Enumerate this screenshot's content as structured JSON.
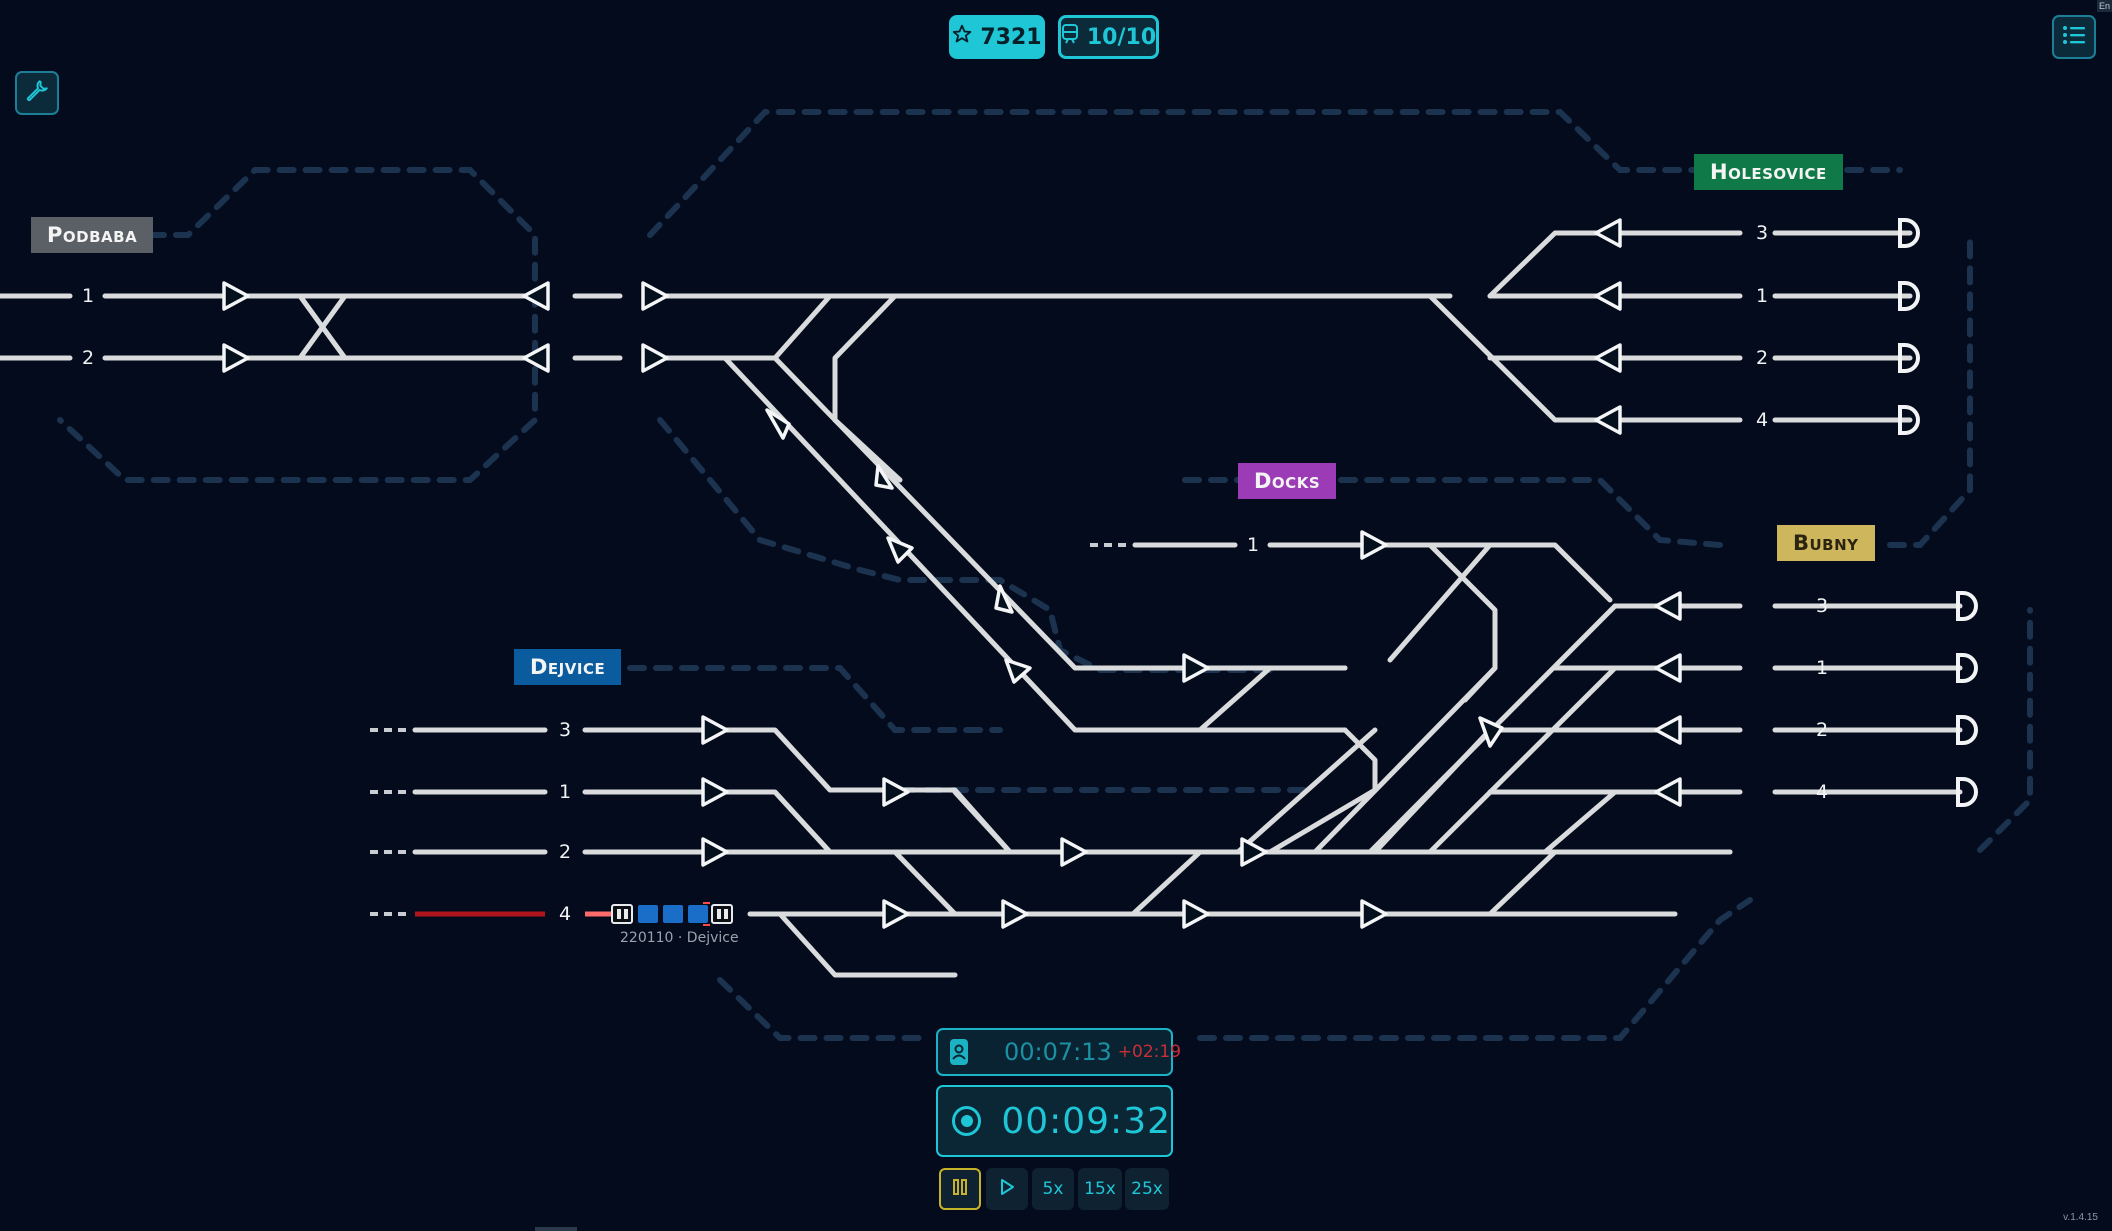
{
  "hud": {
    "score": "7321",
    "trains": "10/10",
    "colors": {
      "accent": "#1ec6d6",
      "pause": "#c7b328",
      "delay": "#e0323a"
    }
  },
  "icons": {
    "score": "star-icon",
    "trains": "train-icon",
    "tools": "wrench-icon",
    "menu": "list-menu-icon",
    "user": "user-icon",
    "record": "record-icon",
    "pause": "pause-icon",
    "play": "play-icon"
  },
  "stations": {
    "podbaba": {
      "name": "Podbaba",
      "color": "#5b5f66"
    },
    "holesovice": {
      "name": "Holesovice",
      "color": "#0f7a48"
    },
    "docks": {
      "name": "Docks",
      "color": "#9b3bb6"
    },
    "bubny": {
      "name": "Bubny",
      "color": "#cdb65c"
    },
    "dejvice": {
      "name": "Dejvice",
      "color": "#0b5c9e"
    }
  },
  "tracks": {
    "podbaba": [
      "1",
      "2"
    ],
    "holesovice": [
      "3",
      "1",
      "2",
      "4"
    ],
    "docks": [
      "1"
    ],
    "bubny": [
      "3",
      "1",
      "2",
      "4"
    ],
    "dejvice": [
      "3",
      "1",
      "2",
      "4"
    ]
  },
  "train": {
    "label": "220110 · Dejvice"
  },
  "timers": {
    "scheduled": "00:07:13",
    "delay": "+02:19",
    "elapsed": "00:09:32"
  },
  "speed": {
    "options": [
      "5x",
      "15x",
      "25x"
    ]
  },
  "version": "v.1.4.15",
  "corner_label": "En"
}
